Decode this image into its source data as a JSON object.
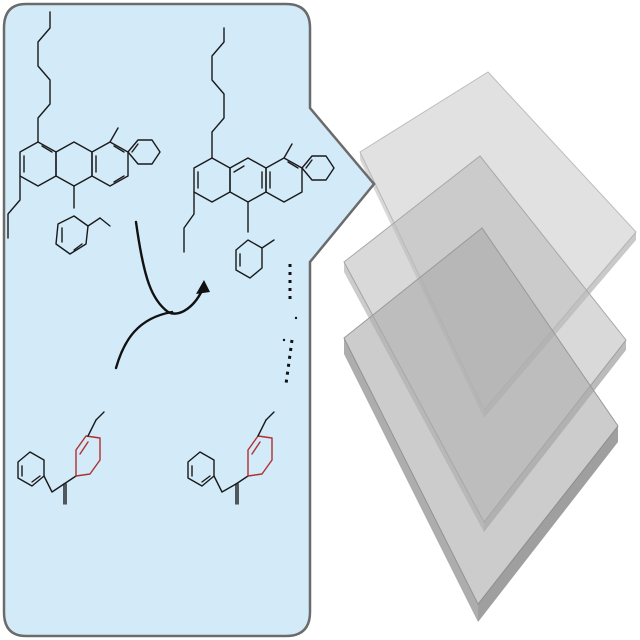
{
  "figure": {
    "callout_fill": "#d3eaf9",
    "callout_stroke": "#6b6b6b",
    "bond_color": "#1a1a1a",
    "highlight_color": "#b03030",
    "arrow_color": "#111111",
    "film_top_color": "#b9b9b9",
    "film_side_color": "#8e8e8e",
    "film_opacity": 0.55
  },
  "molecules": [
    {
      "name": "top-left-molecule",
      "description_icon": "acridine-structure-icon"
    },
    {
      "name": "top-right-molecule",
      "description_icon": "acridine-structure-icon"
    },
    {
      "name": "bottom-left-molecule",
      "description_icon": "aryl-ketone-structure-icon"
    },
    {
      "name": "bottom-right-molecule",
      "description_icon": "aryl-ketone-structure-icon"
    }
  ],
  "films": [
    {
      "layer": "back"
    },
    {
      "layer": "middle"
    },
    {
      "layer": "front"
    }
  ]
}
